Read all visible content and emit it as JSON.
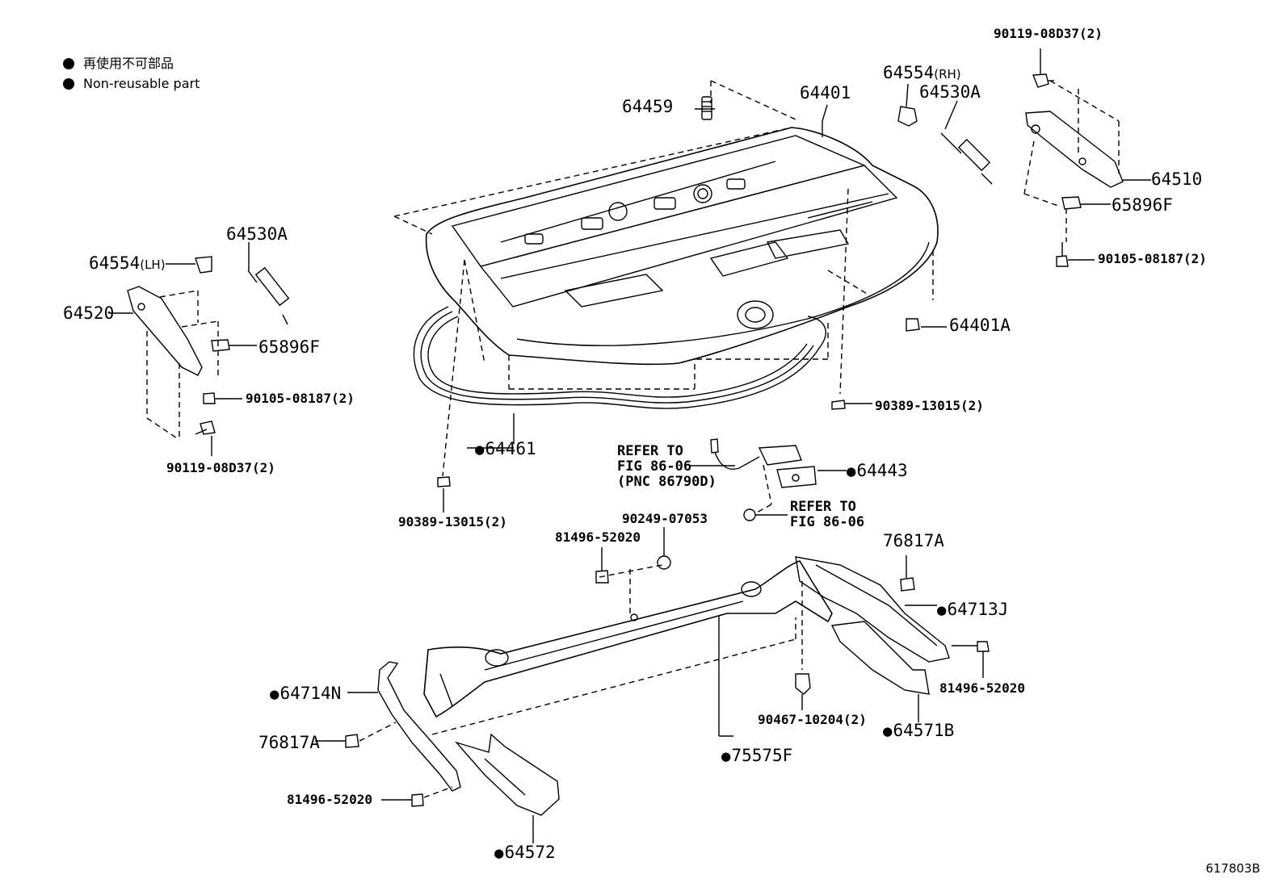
{
  "legend": {
    "jp": "再使用不可部品",
    "en": "Non-reusable part"
  },
  "labels": {
    "p64459": "64459",
    "p64401": "64401",
    "p64554rh_num": "64554",
    "p64554rh_side": "(RH)",
    "p64530a_r": "64530A",
    "p90119_r": "90119-08D37(2)",
    "p64510": "64510",
    "p65896f_r": "65896F",
    "p90105_r": "90105-08187(2)",
    "p64401a": "64401A",
    "p90389_r": "90389-13015(2)",
    "p64530a_l": "64530A",
    "p64554lh_num": "64554",
    "p64554lh_side": "(LH)",
    "p64520": "64520",
    "p65896f_l": "65896F",
    "p90105_l": "90105-08187(2)",
    "p90119_l": "90119-08D37(2)",
    "p64461": "64461",
    "p90389_l": "90389-13015(2)",
    "refer1_a": "REFER TO",
    "refer1_b": "FIG 86-06",
    "refer1_c": "(PNC 86790D)",
    "p64443": "64443",
    "refer2_a": "REFER TO",
    "refer2_b": "FIG 86-06",
    "p90249": "90249-07053",
    "p81496_a": "81496-52020",
    "p76817a_r": "76817A",
    "p64713j": "64713J",
    "p81496_b": "81496-52020",
    "p64714n": "64714N",
    "p76817a_l": "76817A",
    "p81496_c": "81496-52020",
    "p90467": "90467-10204(2)",
    "p64571b": "64571B",
    "p75575f": "75575F",
    "p64572": "64572"
  },
  "catalog_number": "617803B",
  "icons": [
    "non-reusable-bullet-icon"
  ]
}
